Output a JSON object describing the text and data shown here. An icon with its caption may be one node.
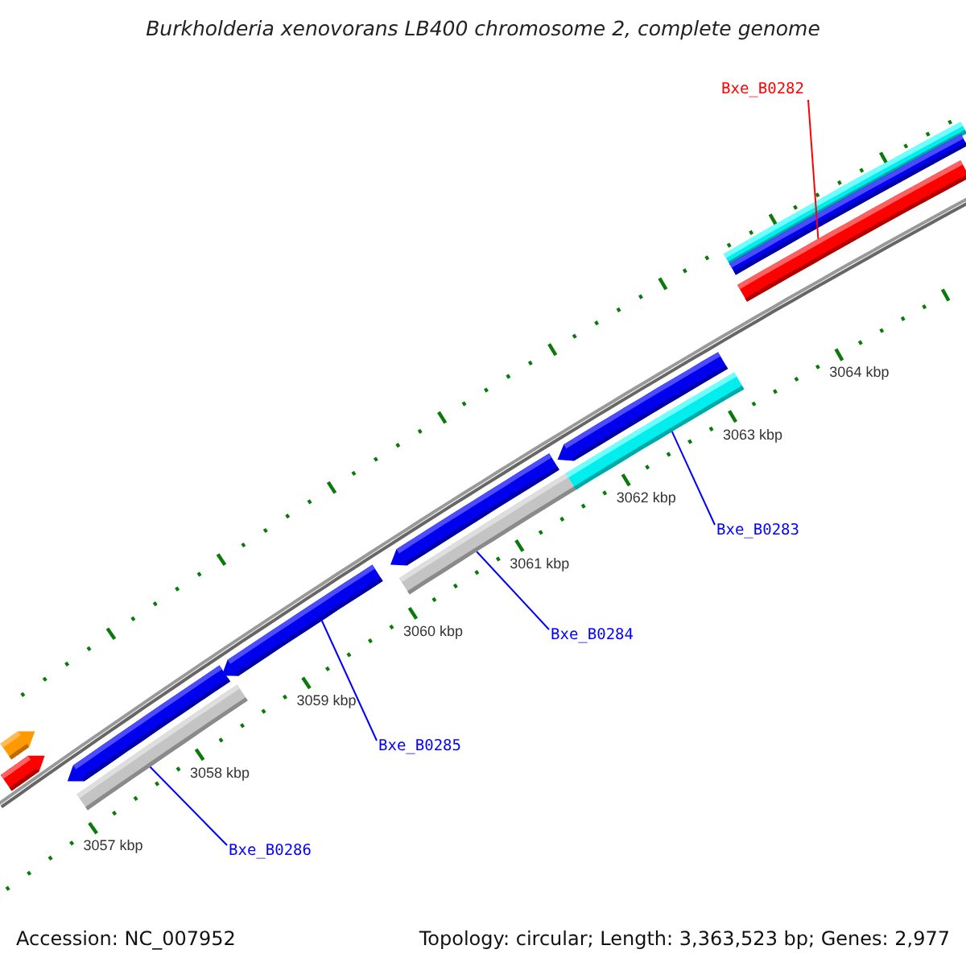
{
  "diagram": {
    "title": "Burkholderia xenovorans LB400 chromosome 2, complete genome",
    "nodes": [
      {
        "text": [
          "Bxe_B0282"
        ]
      },
      {
        "text": [],
        "shape": "bar"
      },
      {
        "text": [
          "Bxe_B0283"
        ]
      },
      {
        "text": [],
        "shape": "bar"
      },
      {
        "text": [
          "Bxe_B0284"
        ]
      },
      {
        "text": [],
        "shape": "bar"
      },
      {
        "text": [
          "Bxe_B0285"
        ]
      },
      {
        "text": [],
        "shape": "bar"
      },
      {
        "text": [
          "Bxe_B0286"
        ]
      },
      {
        "text": [],
        "shape": "bar"
      }
    ],
    "edges": [
      {
        "from": 0,
        "to": 1,
        "arrow": "none",
        "color": "#ff0000"
      },
      {
        "from": 2,
        "to": 3,
        "arrow": "none"
      },
      {
        "from": 4,
        "to": 5,
        "arrow": "none"
      },
      {
        "from": 6,
        "to": 7,
        "arrow": "none"
      },
      {
        "from": 8,
        "to": 9,
        "arrow": "none"
      }
    ],
    "labels": [
      "3057 kbp",
      "3058 kbp",
      "3059 kbp",
      "3060 kbp",
      "3061 kbp",
      "3062 kbp",
      "3063 kbp",
      "3064 kbp",
      "Accession: NC_007952",
      "Topology: circular; Length: 3,363,523 bp; Genes: 2,977"
    ]
  }
}
